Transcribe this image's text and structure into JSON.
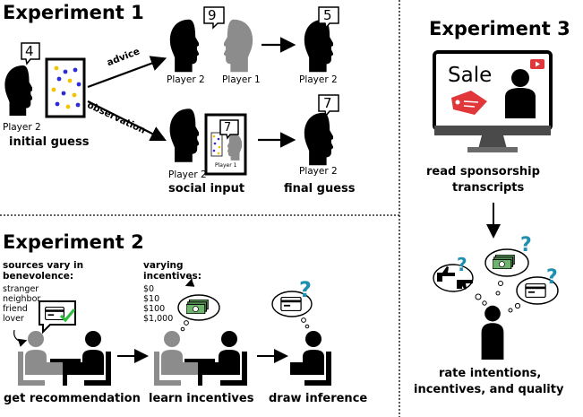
{
  "exp1": {
    "title": "Experiment 1",
    "bubble_initial": "4",
    "bubble_advice": "9",
    "bubble_final_top": "5",
    "bubble_observed": "7",
    "bubble_final_bottom": "7",
    "label_advice": "advice",
    "label_observation": "observation",
    "player2": "Player 2",
    "player1": "Player 1",
    "initial_guess": "initial guess",
    "social_input": "social input",
    "final_guess": "final guess"
  },
  "exp2": {
    "title": "Experiment 2",
    "sources_heading_1": "sources vary in",
    "sources_heading_2": "benevolence:",
    "sources": [
      "stranger",
      "neighbor",
      "friend",
      "lover"
    ],
    "incentives_heading_1": "varying",
    "incentives_heading_2": "incentives:",
    "incentives": [
      "$0",
      "$10",
      "$100",
      "$1,000"
    ],
    "get_recommendation": "get recommendation",
    "learn_incentives": "learn incentives",
    "draw_inference": "draw inference"
  },
  "exp3": {
    "title": "Experiment 3",
    "screen_text": "Sale",
    "read_1": "read sponsorship",
    "read_2": "transcripts",
    "rate_1": "rate intentions,",
    "rate_2": "incentives, and quality"
  },
  "colors": {
    "accent_blue": "#1e8fae",
    "sale_red": "#e0373a",
    "check_green": "#2fbf3f",
    "gray_figure": "#8c8c8c"
  }
}
